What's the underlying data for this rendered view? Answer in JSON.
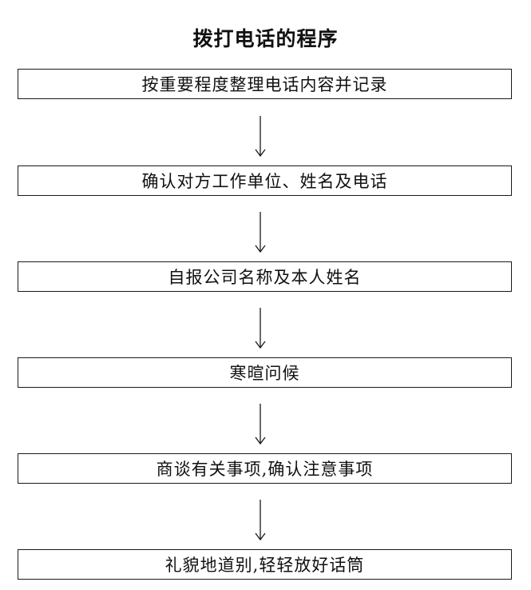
{
  "diagram": {
    "title": "拨打电话的程序",
    "steps": [
      {
        "label": "按重要程度整理电话内容并记录"
      },
      {
        "label": "确认对方工作单位、姓名及电话"
      },
      {
        "label": "自报公司名称及本人姓名"
      },
      {
        "label": "寒暄问候"
      },
      {
        "label": "商谈有关事项,确认注意事项"
      },
      {
        "label": "礼貌地道别,轻轻放好话筒"
      }
    ],
    "colors": {
      "border": "#1a1a1a",
      "text": "#111111",
      "background": "#ffffff"
    }
  }
}
